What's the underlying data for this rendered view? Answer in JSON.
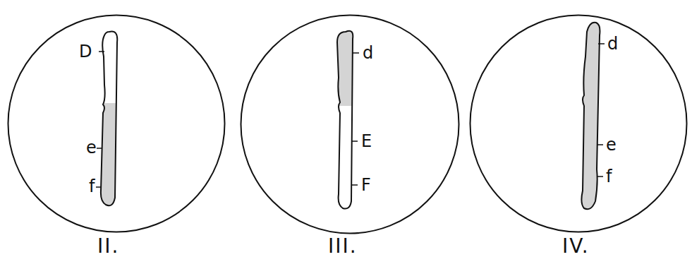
{
  "diagram": {
    "nodes": [
      {
        "text": [
          "D",
          "e",
          "f",
          "II."
        ]
      },
      {
        "text": [
          "d",
          "E",
          "F",
          "III."
        ]
      },
      {
        "text": [
          "d",
          "e",
          "f",
          "IV."
        ]
      }
    ]
  }
}
